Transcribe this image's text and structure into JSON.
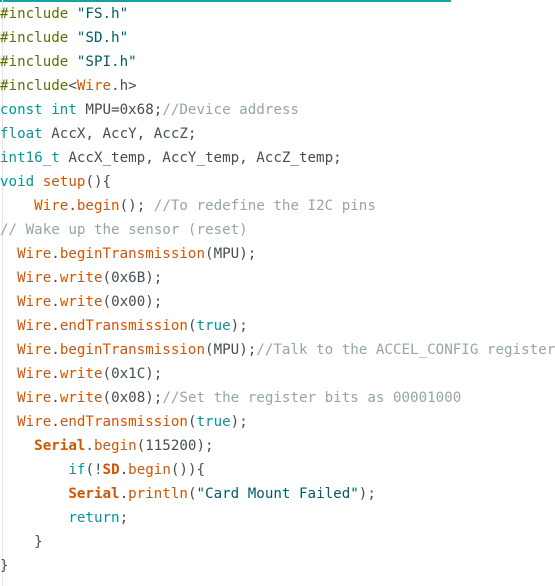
{
  "editor": {
    "colors": {
      "preprocessor": "#5e6d03",
      "string": "#005c5f",
      "keyword": "#00979c",
      "library": "#d35400",
      "comment": "#95a5a6",
      "default": "#434f54",
      "accent": "#17a1a5"
    },
    "lines": [
      [
        {
          "t": "pre",
          "v": "#include"
        },
        {
          "t": "dflt",
          "v": " "
        },
        {
          "t": "str",
          "v": "\"FS.h\""
        }
      ],
      [
        {
          "t": "pre",
          "v": "#include"
        },
        {
          "t": "dflt",
          "v": " "
        },
        {
          "t": "str",
          "v": "\"SD.h\""
        }
      ],
      [
        {
          "t": "pre",
          "v": "#include"
        },
        {
          "t": "dflt",
          "v": " "
        },
        {
          "t": "str",
          "v": "\"SPI.h\""
        }
      ],
      [
        {
          "t": "pre",
          "v": "#include"
        },
        {
          "t": "dflt",
          "v": "<"
        },
        {
          "t": "lib",
          "v": "Wire"
        },
        {
          "t": "dflt",
          "v": ".h>"
        }
      ],
      [
        {
          "t": "kw",
          "v": "const"
        },
        {
          "t": "dflt",
          "v": " "
        },
        {
          "t": "kw",
          "v": "int"
        },
        {
          "t": "dflt",
          "v": " MPU=0x68;"
        },
        {
          "t": "cm",
          "v": "//Device address"
        }
      ],
      [
        {
          "t": "kw",
          "v": "float"
        },
        {
          "t": "dflt",
          "v": " AccX, AccY, AccZ;"
        }
      ],
      [
        {
          "t": "kw",
          "v": "int16_t"
        },
        {
          "t": "dflt",
          "v": " AccX_temp, AccY_temp, AccZ_temp;"
        }
      ],
      [
        {
          "t": "kw",
          "v": "void"
        },
        {
          "t": "dflt",
          "v": " "
        },
        {
          "t": "lib",
          "v": "setup"
        },
        {
          "t": "dflt",
          "v": "(){"
        }
      ],
      [
        {
          "t": "dflt",
          "v": "    "
        },
        {
          "t": "lib",
          "v": "Wire"
        },
        {
          "t": "dflt",
          "v": "."
        },
        {
          "t": "lib",
          "v": "begin"
        },
        {
          "t": "dflt",
          "v": "(); "
        },
        {
          "t": "cm",
          "v": "//To redefine the I2C pins"
        }
      ],
      [
        {
          "t": "cm",
          "v": "// Wake up the sensor (reset)"
        }
      ],
      [
        {
          "t": "dflt",
          "v": "  "
        },
        {
          "t": "lib",
          "v": "Wire"
        },
        {
          "t": "dflt",
          "v": "."
        },
        {
          "t": "lib",
          "v": "beginTransmission"
        },
        {
          "t": "dflt",
          "v": "(MPU);"
        }
      ],
      [
        {
          "t": "dflt",
          "v": "  "
        },
        {
          "t": "lib",
          "v": "Wire"
        },
        {
          "t": "dflt",
          "v": "."
        },
        {
          "t": "lib",
          "v": "write"
        },
        {
          "t": "dflt",
          "v": "(0x6B);"
        }
      ],
      [
        {
          "t": "dflt",
          "v": "  "
        },
        {
          "t": "lib",
          "v": "Wire"
        },
        {
          "t": "dflt",
          "v": "."
        },
        {
          "t": "lib",
          "v": "write"
        },
        {
          "t": "dflt",
          "v": "(0x00);"
        }
      ],
      [
        {
          "t": "dflt",
          "v": "  "
        },
        {
          "t": "lib",
          "v": "Wire"
        },
        {
          "t": "dflt",
          "v": "."
        },
        {
          "t": "lib",
          "v": "endTransmission"
        },
        {
          "t": "dflt",
          "v": "("
        },
        {
          "t": "kw",
          "v": "true"
        },
        {
          "t": "dflt",
          "v": ");"
        }
      ],
      [
        {
          "t": "dflt",
          "v": "  "
        },
        {
          "t": "lib",
          "v": "Wire"
        },
        {
          "t": "dflt",
          "v": "."
        },
        {
          "t": "lib",
          "v": "beginTransmission"
        },
        {
          "t": "dflt",
          "v": "(MPU);"
        },
        {
          "t": "cm",
          "v": "//Talk to the ACCEL_CONFIG register"
        }
      ],
      [
        {
          "t": "dflt",
          "v": "  "
        },
        {
          "t": "lib",
          "v": "Wire"
        },
        {
          "t": "dflt",
          "v": "."
        },
        {
          "t": "lib",
          "v": "write"
        },
        {
          "t": "dflt",
          "v": "(0x1C);"
        }
      ],
      [
        {
          "t": "dflt",
          "v": "  "
        },
        {
          "t": "lib",
          "v": "Wire"
        },
        {
          "t": "dflt",
          "v": "."
        },
        {
          "t": "lib",
          "v": "write"
        },
        {
          "t": "dflt",
          "v": "(0x08);"
        },
        {
          "t": "cm",
          "v": "//Set the register bits as 00001000"
        }
      ],
      [
        {
          "t": "dflt",
          "v": "  "
        },
        {
          "t": "lib",
          "v": "Wire"
        },
        {
          "t": "dflt",
          "v": "."
        },
        {
          "t": "lib",
          "v": "endTransmission"
        },
        {
          "t": "dflt",
          "v": "("
        },
        {
          "t": "kw",
          "v": "true"
        },
        {
          "t": "dflt",
          "v": ");"
        }
      ],
      [
        {
          "t": "dflt",
          "v": "    "
        },
        {
          "t": "serial",
          "v": "Serial"
        },
        {
          "t": "dflt",
          "v": "."
        },
        {
          "t": "lib",
          "v": "begin"
        },
        {
          "t": "dflt",
          "v": "(115200);"
        }
      ],
      [
        {
          "t": "dflt",
          "v": "        "
        },
        {
          "t": "kw",
          "v": "if"
        },
        {
          "t": "dflt",
          "v": "(!"
        },
        {
          "t": "serial",
          "v": "SD"
        },
        {
          "t": "dflt",
          "v": "."
        },
        {
          "t": "lib",
          "v": "begin"
        },
        {
          "t": "dflt",
          "v": "()){"
        }
      ],
      [
        {
          "t": "dflt",
          "v": "        "
        },
        {
          "t": "serial",
          "v": "Serial"
        },
        {
          "t": "dflt",
          "v": "."
        },
        {
          "t": "lib",
          "v": "println"
        },
        {
          "t": "dflt",
          "v": "("
        },
        {
          "t": "str",
          "v": "\"Card Mount Failed\""
        },
        {
          "t": "dflt",
          "v": ");"
        }
      ],
      [
        {
          "t": "dflt",
          "v": "        "
        },
        {
          "t": "kw",
          "v": "return"
        },
        {
          "t": "dflt",
          "v": ";"
        }
      ],
      [
        {
          "t": "dflt",
          "v": "    }"
        }
      ],
      [
        {
          "t": "dflt",
          "v": "}"
        }
      ]
    ]
  }
}
